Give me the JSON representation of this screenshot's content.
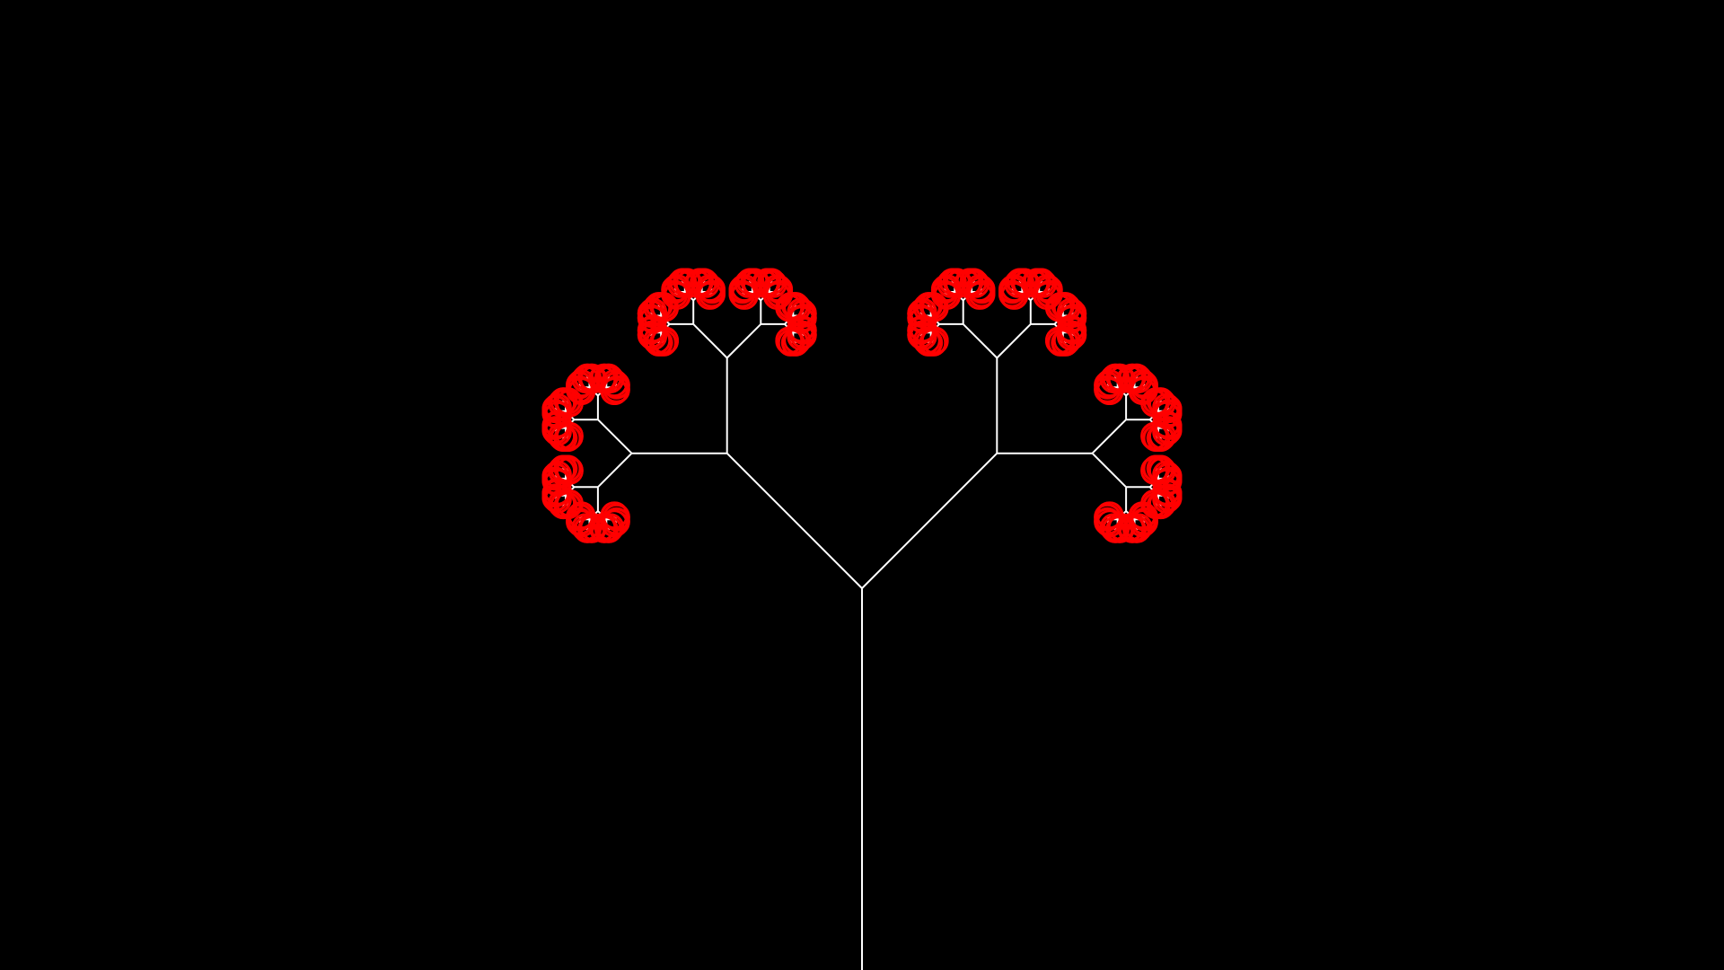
{
  "scene": {
    "subject": "fractal-tree",
    "background_color": "#000000",
    "branch_color": "#ffffff",
    "leaf_color": "#ff0000",
    "branch_angle_degrees": 45,
    "length_ratio": 0.5,
    "recursion_depth": 11,
    "leaf_shape": "circle-outline"
  }
}
